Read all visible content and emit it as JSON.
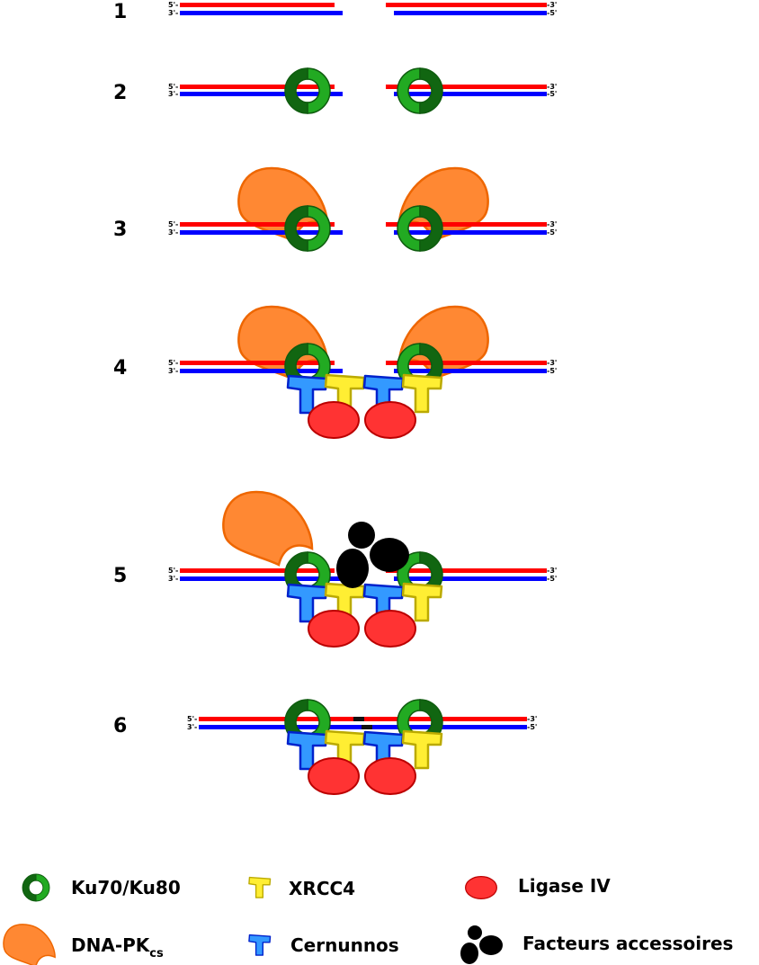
{
  "steps": [
    {
      "number": "1"
    },
    {
      "number": "2"
    },
    {
      "number": "3"
    },
    {
      "number": "4"
    },
    {
      "number": "5"
    },
    {
      "number": "6"
    }
  ],
  "strand_labels": {
    "top_left": "5'-",
    "bottom_left": "3'-",
    "top_right": "-3'",
    "bottom_right": "-5'"
  },
  "legend": {
    "ku": "Ku70/Ku80",
    "xrcc4": "XRCC4",
    "ligase": "Ligase IV",
    "dnapk": "DNA-PK",
    "dnapk_sub": "cs",
    "cernunnos": "Cernunnos",
    "accessory": "Facteurs accessoires"
  },
  "colors": {
    "strand_top": "#ff0000",
    "strand_bottom": "#0000ff",
    "ku_light": "#22aa22",
    "ku_dark": "#116611",
    "dnapk_fill": "#ff8833",
    "dnapk_stroke": "#ee6600",
    "xrcc4_fill": "#ffee33",
    "xrcc4_stroke": "#bbaa00",
    "cernunnos_fill": "#3399ff",
    "cernunnos_stroke": "#0022cc",
    "ligase_fill": "#ff3333",
    "ligase_stroke": "#bb0000",
    "accessory_fill": "#000000"
  }
}
